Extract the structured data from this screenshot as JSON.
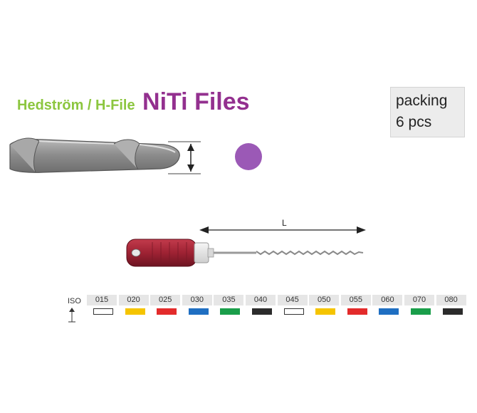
{
  "title": {
    "sub": "Hedström / H-File",
    "main": "NiTi Files"
  },
  "packing": {
    "line1": "packing",
    "line2": "6 pcs"
  },
  "dimension_label": "L",
  "colors": {
    "title_sub": "#8cc63f",
    "title_main": "#93308f",
    "dot": "#9b59b6",
    "handle": "#a32638"
  },
  "iso": {
    "label": "ISO",
    "sizes": [
      {
        "num": "015",
        "color": "#ffffff"
      },
      {
        "num": "020",
        "color": "#f5c400"
      },
      {
        "num": "025",
        "color": "#e32b2b"
      },
      {
        "num": "030",
        "color": "#1f6fc2"
      },
      {
        "num": "035",
        "color": "#1a9e4a"
      },
      {
        "num": "040",
        "color": "#2b2b2b"
      },
      {
        "num": "045",
        "color": "#ffffff"
      },
      {
        "num": "050",
        "color": "#f5c400"
      },
      {
        "num": "055",
        "color": "#e32b2b"
      },
      {
        "num": "060",
        "color": "#1f6fc2"
      },
      {
        "num": "070",
        "color": "#1a9e4a"
      },
      {
        "num": "080",
        "color": "#2b2b2b"
      }
    ]
  }
}
